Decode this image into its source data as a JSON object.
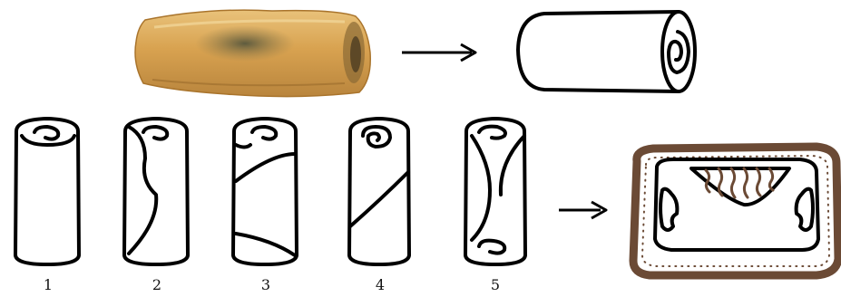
{
  "labels": [
    "1",
    "2",
    "3",
    "4",
    "5"
  ],
  "colors": {
    "stroke": "#000000",
    "roll_fill": "#d9a555",
    "roll_shadow": "#b07a34",
    "roll_dark": "#5b5238",
    "brown": "#6b4a35"
  }
}
